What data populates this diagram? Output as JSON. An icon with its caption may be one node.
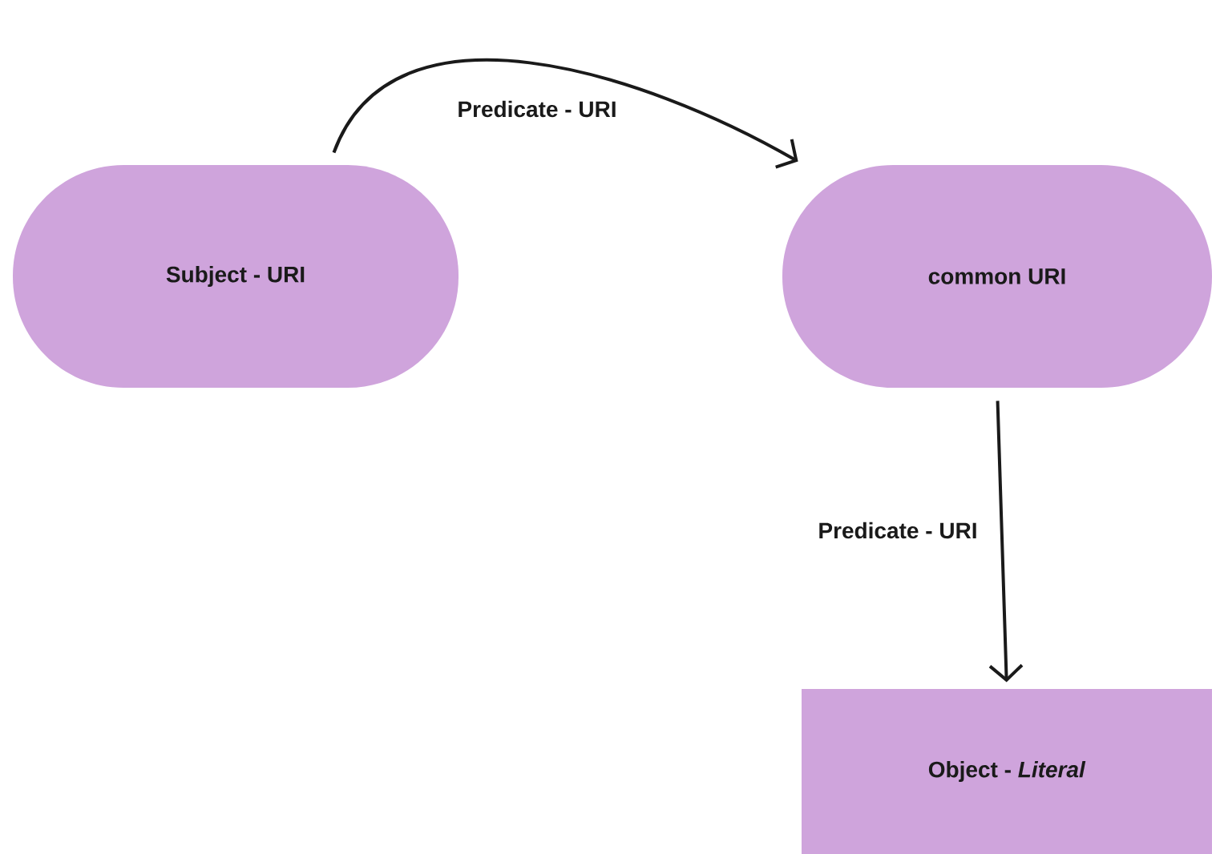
{
  "diagram": {
    "nodes": [
      {
        "text": [
          "Subject - URI"
        ]
      },
      {
        "text": [
          "common URI"
        ]
      },
      {
        "text": [
          "Object - *Literal*"
        ]
      }
    ],
    "edges": [
      {
        "from": 0,
        "to": 1,
        "arrow": "to",
        "label": "Predicate - URI"
      },
      {
        "from": 1,
        "to": 2,
        "arrow": "to",
        "label": "Predicate - URI"
      }
    ]
  }
}
